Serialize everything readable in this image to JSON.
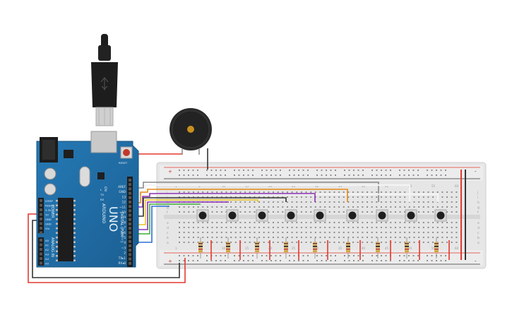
{
  "arduino": {
    "model": "UNO",
    "brand": "ARDUINO",
    "reset_label": "RESET",
    "pin_top_labels": [
      "AREF",
      "GND",
      "13",
      "12",
      "~11",
      "~10",
      "~9",
      "8"
    ],
    "pin_bottom_labels": [
      "7",
      "~6",
      "~5",
      "4",
      "~3",
      "2",
      "TX▸1",
      "RX◂0"
    ],
    "digital_label": "DIGITAL (PWM ~)",
    "power_header_label": "POWER",
    "power_pins": [
      "IOREF",
      "RESET",
      "3.3V",
      "5V",
      "GND",
      "GND",
      "Vin"
    ],
    "analog_header_label": "ANALOG IN",
    "analog_pins": [
      "A0",
      "A1",
      "A2",
      "A3",
      "A4",
      "A5"
    ],
    "led_labels": [
      "L",
      "TX",
      "RX"
    ],
    "on_label": "ON",
    "ic_label": "ATMEGA"
  },
  "usb_cable": {
    "icon": "usb-plug-icon"
  },
  "buzzer": {
    "icon": "piezo-buzzer-icon"
  },
  "breadboard": {
    "column_numbers": [
      "1",
      "5",
      "10",
      "15",
      "20",
      "25",
      "30",
      "35",
      "40",
      "45",
      "50",
      "55",
      "60"
    ],
    "row_letters_top": [
      "j",
      "i",
      "h",
      "g",
      "f"
    ],
    "row_letters_bottom": [
      "e",
      "d",
      "c",
      "b",
      "a"
    ],
    "rail_plus": "+",
    "rail_minus": "-"
  },
  "buttons": {
    "count": 9,
    "icon": "pushbutton-icon"
  },
  "resistors": {
    "count": 9,
    "icon": "resistor-icon"
  },
  "wire_colors": {
    "red": "#e23a2e",
    "black": "#333333",
    "orange": "#e58a17",
    "purple": "#8c2fb5",
    "yellow": "#e8c31a",
    "green": "#3fae3a",
    "blue": "#2b6ed6",
    "gray": "#8a8a8a",
    "white": "#f4f4f4"
  },
  "colors": {
    "board_blue": "#1f6fa8",
    "board_dark": "#15507a",
    "breadboard": "#e4e4e4",
    "breadboard_edge": "#d0d0d0"
  }
}
